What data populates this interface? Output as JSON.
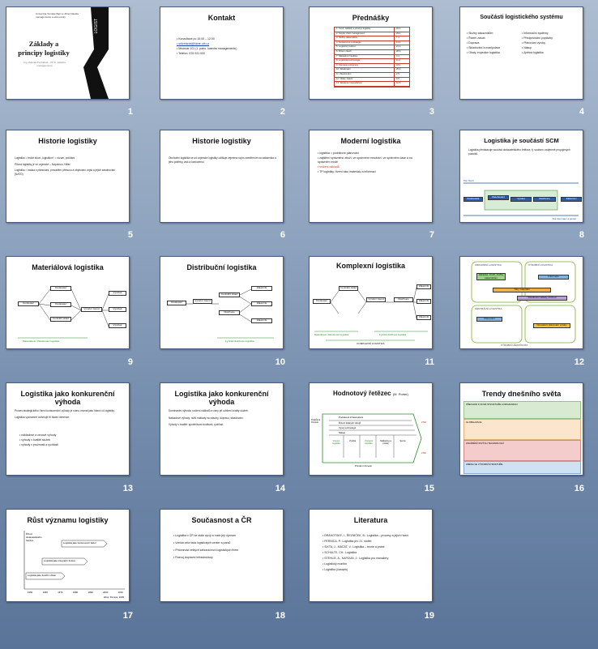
{
  "slides": [
    {
      "number": "1",
      "title": "Základy a principy logistiky",
      "subtitle": "Ing. Zdeněk Pecháček – Ph.D. katedra managementu",
      "logo": "Univerzita Tomáše Bati ve Zlíně Fakulta managementu a ekonomiky",
      "side_label": "LOGIST"
    },
    {
      "number": "2",
      "title": "Kontakt",
      "bullets": [
        "Konzultace po 10:00 – 12:00",
        "sekretariat@fame.utb.cz",
        "Místnost 101 (1. patro, katedra managementu)",
        "Telefon: 576 031 000"
      ]
    },
    {
      "number": "3",
      "title": "Přednášky",
      "table": [
        "1. Úvod, základy a principy logistiky",
        "2. Supply chain management",
        "3. Služby zákazníkům",
        "4. Konkurence a strategie",
        "5. Logistický řetězec",
        "6. Řízení zásob",
        "7. Nákladové hledisko",
        "8. Logistická technologie",
        "9. Doprava a přeprava",
        "10. Skladování",
        "11. Zásobování",
        "12. Obaly, balení",
        "13. Skladové hospodářství"
      ],
      "table_values": [
        "22.2.",
        "29.2.",
        "7.3.",
        "14.3.",
        "21.3.",
        "28.3.",
        "4.4.",
        "11.4.",
        "18.4.",
        "25.4.",
        "2.5.",
        "9.5.",
        "16.5."
      ]
    },
    {
      "number": "4",
      "title": "Součásti logistického systému",
      "col1": [
        "Služby zákazníkům",
        "Řízení zásob",
        "Doprava",
        "Skladování a manipulace",
        "Obaly, expedice logistika"
      ],
      "col2": [
        "Informační systémy",
        "Předpovídání poptávky",
        "Plánování výroby",
        "Nákup",
        "Zpětná logistika"
      ]
    },
    {
      "number": "5",
      "title": "Historie logistiky",
      "text": [
        "Logistika = řecké slovo „logistikon“ = rozum, počítání",
        "Původ logistiky je ve vojenství – Napoleon, Hitler",
        "Logistika = nauka o plánování, provádění přesunu a ubytování vojsk a jejich zásobování (NATO)"
      ]
    },
    {
      "number": "6",
      "title": "Historie logistiky",
      "text": [
        "Obchodní logistika se od vojenské logistiky odlišuje zejména svým zaměřením na zákazníka a jeho potřeby, zisk a konkurenci."
      ]
    },
    {
      "number": "7",
      "title": "Moderní logistika",
      "bullets": [
        "logistika = podnikové plánování",
        "zajištění správného zboží, ve správném množství, ve správném čase a na správném místě",
        "snížení nákladů",
        "TP logistiky: řízení toku materiálu a informací"
      ]
    },
    {
      "number": "8",
      "title": "Logistika je součástí SCM",
      "text": [
        "Logistika představuje součást dodavatelského řetězce, tj. souboru vzájemně propojených podniků."
      ],
      "labels": [
        "Dodavatelé",
        "Zásobování",
        "Výroba",
        "Distribuce",
        "Zákazníci",
        "Tok zboží",
        "Tok informací a peněz"
      ]
    },
    {
      "number": "9",
      "title": "Materiálová logistika",
      "labels": [
        "Dodavatel",
        "Dodavatel",
        "Dodavatel",
        "Centrální sklad",
        "Výrobní závod",
        "Výrobek",
        "Výrobek",
        "Výrobek",
        "Materiálová / Zásobovací logistika"
      ]
    },
    {
      "number": "10",
      "title": "Distribuční logistika",
      "labels": [
        "Dodavatel",
        "Výrobní závod",
        "Centrální sklad",
        "Distribuce",
        "Zákazník",
        "Zákazník",
        "Zákazník",
        "Fyzická distribuce logistika"
      ]
    },
    {
      "number": "11",
      "title": "Komplexní logistika",
      "labels": [
        "Dodavatel",
        "Centrální sklad",
        "Výrobní závod",
        "Distribuce",
        "Zákazník",
        "Zákazník",
        "Zákazník",
        "Materiálová / Zásobovací logistika",
        "Fyzická distribuce logistika",
        "KOMPLEXNÍ LOGISTIKA"
      ]
    },
    {
      "number": "12",
      "title": "",
      "labels": [
        "OBCHODNÍ LOGISTIKA",
        "VÝROBNÍ LOGISTIKA",
        "Zakázka, zboží, služby zákazníkům",
        "Informace",
        "Toky materiálu",
        "Distribuční sklady, obchod",
        "CENTRÁLNÍ LOGISTIKA",
        "Plánování",
        "Operativní plánování výroby",
        "VÝROBNÍ NÁROČNOST"
      ]
    },
    {
      "number": "13",
      "title": "Logistika jako konkurenční výhoda",
      "text": [
        "Proces strategického řízení konkurenční výhody je nutno vnímat jako hlavní cíl logistiky.",
        "Logistika významně ovlivňuje tři hlavní dimenze:"
      ],
      "bullets": [
        "nákladové a cenové výhody",
        "výhody v kvalitě služeb",
        "výhody v pružnosti a rychlosti"
      ]
    },
    {
      "number": "14",
      "title": "Logistika jako konkurenční výhoda",
      "text": [
        "Dominantní výhoda: snížení nákladů a ceny při udržení kvality služeb.",
        "Nákladové výhody: nižší náklady na zásoby, dopravu, skladování.",
        "Výhody v kvalitě: spolehlivost dodávek, rychlost."
      ]
    },
    {
      "number": "15",
      "title": "Hodnotový řetězec",
      "title_suffix": "(M. Porter)",
      "labels": [
        "Podniková infrastruktura",
        "Řízení lidských zdrojů",
        "Vývoj technologií",
        "Nákup",
        "Vstupní logistika",
        "Výroba",
        "Výstupní logistika",
        "Marketing a prodej",
        "Servis",
        "Podpůrné činnosti",
        "Primární činnosti",
        "ZISK",
        "ZISK"
      ]
    },
    {
      "number": "16",
      "title": "Trendy dnešního světa",
      "sections": [
        "PŘECHOD K NOVÉ STRUKTUŘE A ORGANIZACI",
        "GLOBALIZACE",
        "ZAVÁDĚNÍ NOVÝCH TECHNOLOGIÍ",
        "ZMĚNA VE VÝROBNÍ STRUKTUŘE"
      ]
    },
    {
      "number": "17",
      "title": "Růst významu logistiky",
      "labels": [
        "Logistika jako funkční oblast",
        "Logistika jako integrační funkce",
        "Logistika jako konkurenční faktor",
        "Řízení dodavatelského řetězce"
      ],
      "axis": [
        "1950",
        "1960",
        "1970",
        "1980",
        "1990",
        "2000",
        "2010"
      ],
      "source": "Zdroj: Pernica, 2005"
    },
    {
      "number": "18",
      "title": "Současnost a ČR",
      "bullets": [
        "Logistika v ČR se stále vyvíjí a roste její význam",
        "Vzniká celá řada logistických center a parků",
        "Přítomnost velkých zahraničních logistických firem",
        "Rozvoj dopravní infrastruktury"
      ]
    },
    {
      "number": "19",
      "title": "Literatura",
      "bullets": [
        "DRAHOTSKÝ, I., ŘEZNÍČEK, B.: Logistika – procesy a jejich řízení",
        "PERNICA, P.: Logistika pro 21. století",
        "SIXTA, J., MAČÁT, V.: Logistika – teorie a praxe",
        "SCHULTE, CH.: Logistika",
        "STEHLÍK, A., KAPOUN, J.: Logistika pro manažery",
        "Logistický monitor",
        "Logistika (časopis)"
      ]
    }
  ]
}
